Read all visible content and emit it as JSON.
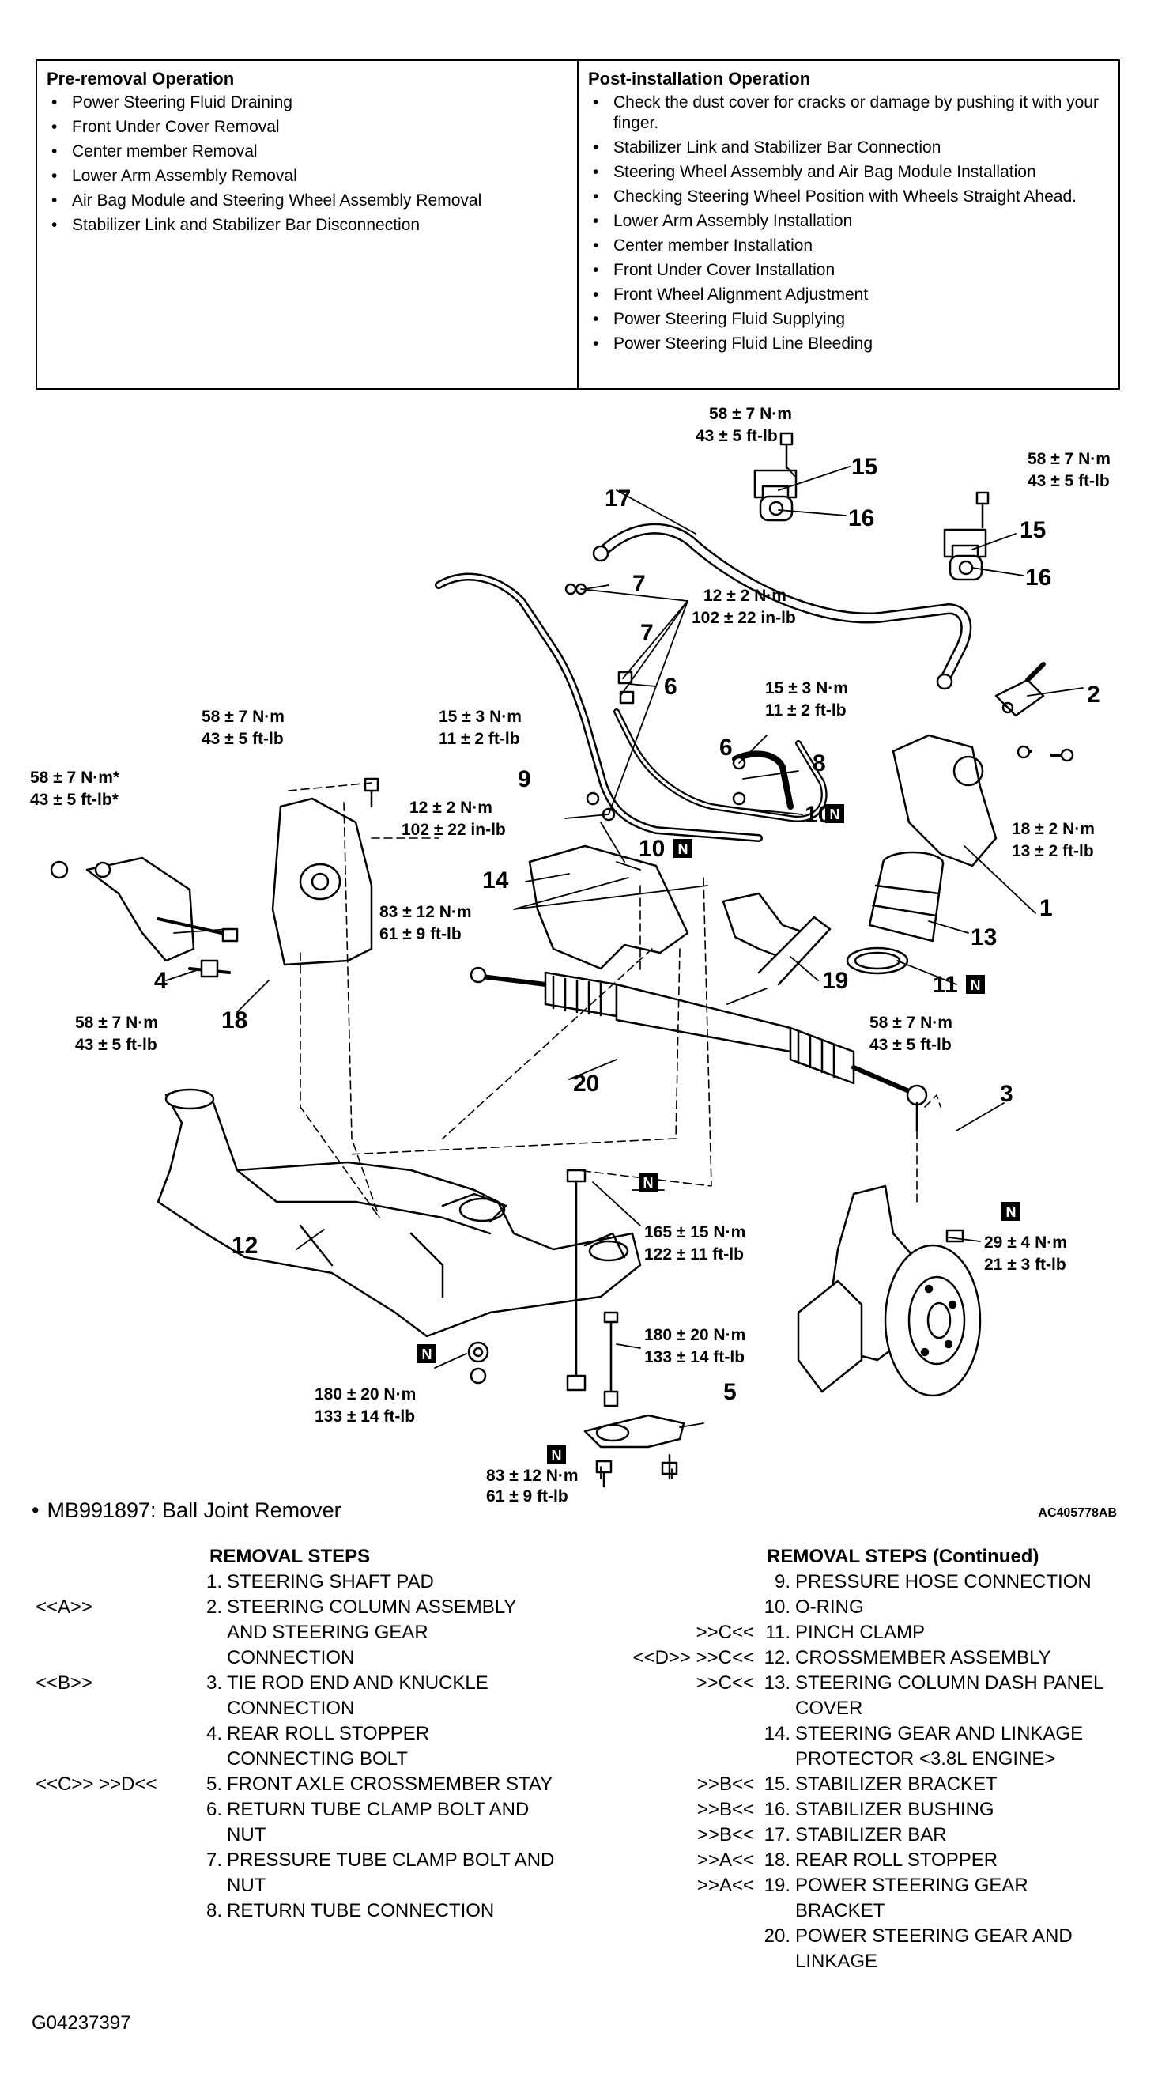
{
  "pre_removal": {
    "title": "Pre-removal Operation",
    "items": [
      "Power Steering Fluid Draining",
      "Front Under Cover Removal",
      "Center member Removal",
      "Lower Arm Assembly Removal",
      "Air Bag Module and Steering Wheel Assembly Removal",
      "Stabilizer Link and Stabilizer Bar Disconnection"
    ]
  },
  "post_installation": {
    "title": "Post-installation Operation",
    "items": [
      "Check the dust cover for cracks or damage by pushing it with your finger.",
      "Stabilizer Link and Stabilizer Bar Connection",
      "Steering Wheel Assembly and Air Bag Module Installation",
      "Checking Steering Wheel Position with Wheels Straight Ahead.",
      "Lower Arm Assembly Installation",
      "Center member Installation",
      "Front Under Cover Installation",
      "Front Wheel Alignment Adjustment",
      "Power Steering Fluid Supplying",
      "Power Steering Fluid Line Bleeding"
    ]
  },
  "torques": {
    "t_top_nm": "58 ± 7 N·m",
    "t_top_ft": "43 ± 5 ft-lb",
    "t_topr_nm": "58 ± 7 N·m",
    "t_topr_ft": "43 ± 5 ft-lb",
    "t_clamp_nm": "12 ± 2 N·m",
    "t_clamp_in": "102 ± 22 in-lb",
    "t_15r_nm": "15 ± 3 N·m",
    "t_15r_ft": "11 ± 2 ft-lb",
    "t_15l_nm": "15 ± 3 N·m",
    "t_15l_ft": "11 ± 2 ft-lb",
    "t_mnt_nm": "58 ± 7 N·m",
    "t_mnt_ft": "43 ± 5 ft-lb",
    "t_star_nm": "58 ± 7 N·m*",
    "t_star_ft": "43 ± 5 ft-lb*",
    "t_12b_nm": "12 ± 2 N·m",
    "t_12b_in": "102 ± 22 in-lb",
    "t_18_nm": "18 ± 2 N·m",
    "t_18_ft": "13 ± 2 ft-lb",
    "t_83a_nm": "83 ± 12 N·m",
    "t_83a_ft": "61 ± 9 ft-lb",
    "t_58l_nm": "58 ± 7 N·m",
    "t_58l_ft": "43 ± 5 ft-lb",
    "t_58c_nm": "58 ± 7 N·m",
    "t_58c_ft": "43 ± 5 ft-lb",
    "t_165_nm": "165 ± 15 N·m",
    "t_165_ft": "122 ± 11 ft-lb",
    "t_29_nm": "29 ± 4 N·m",
    "t_29_ft": "21 ± 3 ft-lb",
    "t_180r_nm": "180 ± 20 N·m",
    "t_180r_ft": "133 ± 14 ft-lb",
    "t_180l_nm": "180 ± 20 N·m",
    "t_180l_ft": "133 ± 14 ft-lb",
    "t_83b_nm": "83 ± 12 N·m",
    "t_83b_ft": "61 ± 9 ft-lb"
  },
  "callouts": {
    "c1": "1",
    "c2": "2",
    "c3": "3",
    "c4": "4",
    "c5": "5",
    "c6a": "6",
    "c6b": "6",
    "c7a": "7",
    "c7b": "7",
    "c8": "8",
    "c9": "9",
    "c10a": "10",
    "c10b": "10",
    "c11": "11",
    "c12": "12",
    "c13": "13",
    "c14": "14",
    "c15a": "15",
    "c15b": "15",
    "c16a": "16",
    "c16b": "16",
    "c17": "17",
    "c18": "18",
    "c19": "19",
    "c20": "20",
    "n_mark": "N"
  },
  "tool": {
    "text": "MB991897: Ball Joint Remover"
  },
  "figure_code": "AC405778AB",
  "steps_left": {
    "heading": "REMOVAL STEPS",
    "rows": [
      {
        "mark": "",
        "num": "1.",
        "text": "STEERING SHAFT PAD"
      },
      {
        "mark": "<<A>>",
        "num": "2.",
        "text": "STEERING COLUMN ASSEMBLY AND STEERING GEAR CONNECTION"
      },
      {
        "mark": "<<B>>",
        "num": "3.",
        "text": "TIE ROD END AND KNUCKLE CONNECTION"
      },
      {
        "mark": "",
        "num": "4.",
        "text": "REAR ROLL STOPPER CONNECTING BOLT"
      },
      {
        "mark": "<<C>> >>D<<",
        "num": "5.",
        "text": "FRONT AXLE CROSSMEMBER STAY"
      },
      {
        "mark": "",
        "num": "6.",
        "text": "RETURN TUBE CLAMP BOLT AND NUT"
      },
      {
        "mark": "",
        "num": "7.",
        "text": "PRESSURE TUBE CLAMP BOLT AND NUT"
      },
      {
        "mark": "",
        "num": "8.",
        "text": "RETURN TUBE CONNECTION"
      }
    ]
  },
  "steps_right": {
    "heading": "REMOVAL STEPS (Continued)",
    "rows": [
      {
        "mark": "",
        "num": "9.",
        "text": "PRESSURE HOSE CONNECTION"
      },
      {
        "mark": "",
        "num": "10.",
        "text": "O-RING"
      },
      {
        "mark": ">>C<<",
        "num": "11.",
        "text": "PINCH CLAMP"
      },
      {
        "mark": "<<D>> >>C<<",
        "num": "12.",
        "text": "CROSSMEMBER ASSEMBLY"
      },
      {
        "mark": ">>C<<",
        "num": "13.",
        "text": "STEERING COLUMN DASH PANEL COVER"
      },
      {
        "mark": "",
        "num": "14.",
        "text": "STEERING GEAR AND LINKAGE PROTECTOR <3.8L ENGINE>"
      },
      {
        "mark": ">>B<<",
        "num": "15.",
        "text": "STABILIZER BRACKET"
      },
      {
        "mark": ">>B<<",
        "num": "16.",
        "text": "STABILIZER BUSHING"
      },
      {
        "mark": ">>B<<",
        "num": "17.",
        "text": "STABILIZER BAR"
      },
      {
        "mark": ">>A<<",
        "num": "18.",
        "text": "REAR ROLL STOPPER"
      },
      {
        "mark": ">>A<<",
        "num": "19.",
        "text": "POWER STEERING GEAR BRACKET"
      },
      {
        "mark": "",
        "num": "20.",
        "text": "POWER STEERING GEAR AND LINKAGE"
      }
    ]
  },
  "footer_code": "G04237397"
}
